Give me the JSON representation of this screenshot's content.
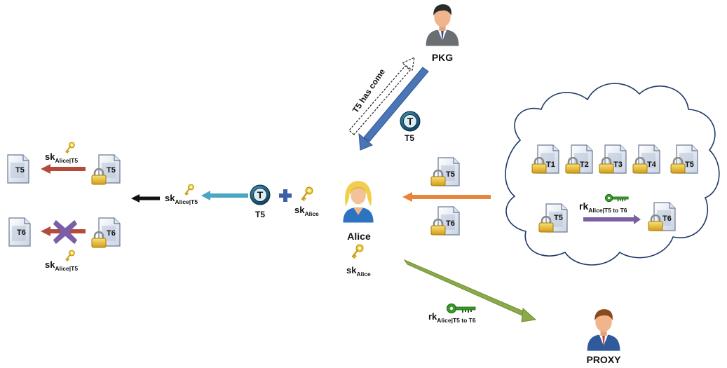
{
  "actors": {
    "pkg": "PKG",
    "alice": "Alice",
    "proxy": "PROXY"
  },
  "keys": {
    "sk": "sk",
    "rk": "rk",
    "alice_sub": "Alice",
    "alice_t5_sub": "Alice|T5",
    "alice_t5_t6_sub": "Alice|T5 to T6"
  },
  "tokens": {
    "t5": "T5",
    "t_letter": "T"
  },
  "docs": {
    "t1": "T1",
    "t2": "T2",
    "t3": "T3",
    "t4": "T4",
    "t5": "T5",
    "t6": "T6"
  },
  "annotations": {
    "t5_has_come": "T5 has come"
  },
  "colors": {
    "pkg_arrow": "#4a76b8",
    "teal_arrow": "#4aa6c4",
    "orange_arrow": "#e8843c",
    "green_arrow": "#8bab4a",
    "red_arrow": "#b34a3c",
    "purple_arrow": "#7b5fa0",
    "gold_key": "#e8c020",
    "green_key": "#3a9a2a"
  }
}
